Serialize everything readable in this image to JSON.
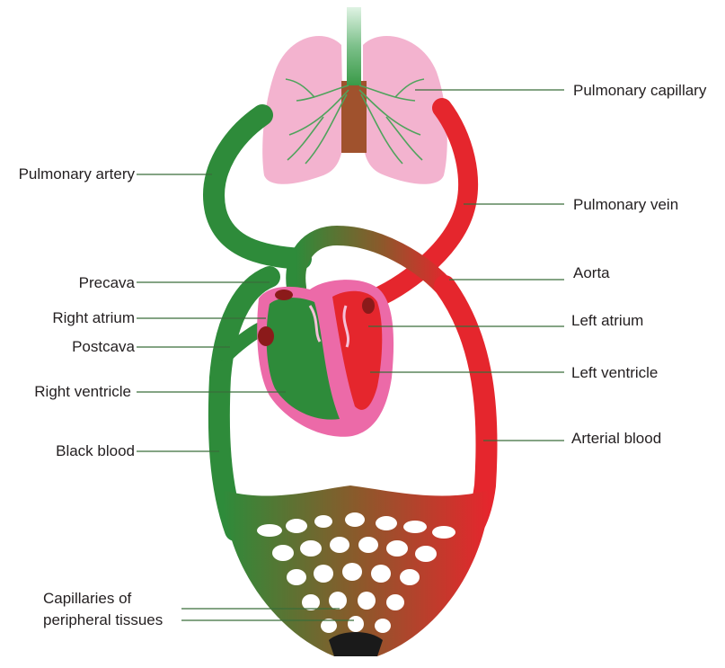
{
  "labels": {
    "pulmonary_capillary": "Pulmonary capillary",
    "pulmonary_artery": "Pulmonary artery",
    "pulmonary_vein": "Pulmonary vein",
    "precava": "Precava",
    "aorta": "Aorta",
    "right_atrium": "Right atrium",
    "left_atrium": "Left atrium",
    "postcava": "Postcava",
    "left_ventricle": "Left ventricle",
    "right_ventricle": "Right ventricle",
    "arterial_blood": "Arterial blood",
    "black_blood": "Black blood",
    "capillaries_line1": "Capillaries of",
    "capillaries_line2": "peripheral tissues"
  },
  "colors": {
    "venous_green": "#2e8b3a",
    "arterial_red": "#e5262d",
    "lung_pink": "#f3b3cf",
    "trachea_brown": "#a0522d",
    "heart_pink": "#ec6aa8",
    "leader_line": "#3a6e3a"
  }
}
